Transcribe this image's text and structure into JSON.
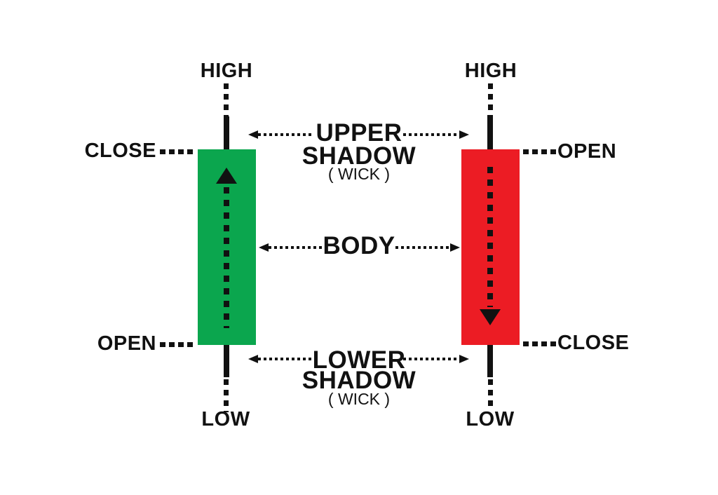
{
  "colors": {
    "bullish_green": "#0BA64E",
    "bearish_red": "#EC1C24",
    "ink": "#111111",
    "background": "#FFFFFF"
  },
  "left_candle": {
    "type": "bullish",
    "direction": "up",
    "high": "HIGH",
    "close": "CLOSE",
    "open": "OPEN",
    "low": "LOW"
  },
  "right_candle": {
    "type": "bearish",
    "direction": "down",
    "high": "HIGH",
    "open": "OPEN",
    "close": "CLOSE",
    "low": "LOW"
  },
  "center_labels": {
    "upper_shadow": {
      "line1": "UPPER",
      "line2": "SHADOW",
      "line3": "( WICK )"
    },
    "body": {
      "line1": "BODY"
    },
    "lower_shadow": {
      "line1": "LOWER",
      "line2": "SHADOW",
      "line3": "( WICK )"
    }
  }
}
